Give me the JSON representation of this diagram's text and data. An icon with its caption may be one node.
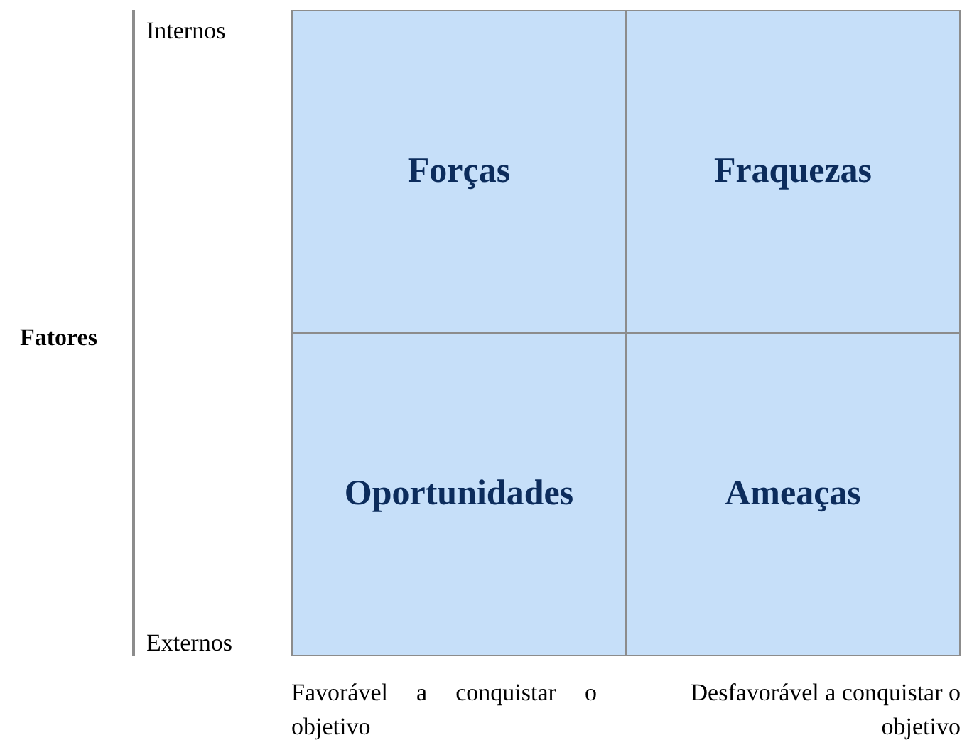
{
  "diagram": {
    "nodes": [
      {
        "text": [
          "Forças"
        ]
      },
      {
        "text": [
          "Fraquezas"
        ]
      },
      {
        "text": [
          "Oportunidades"
        ]
      },
      {
        "text": [
          "Ameaças"
        ]
      }
    ],
    "labels": [
      "Internos",
      "Fatores",
      "Externos",
      "Favorável a conquistar o objetivo",
      "Desfavorável a conquistar o objetivo"
    ]
  }
}
